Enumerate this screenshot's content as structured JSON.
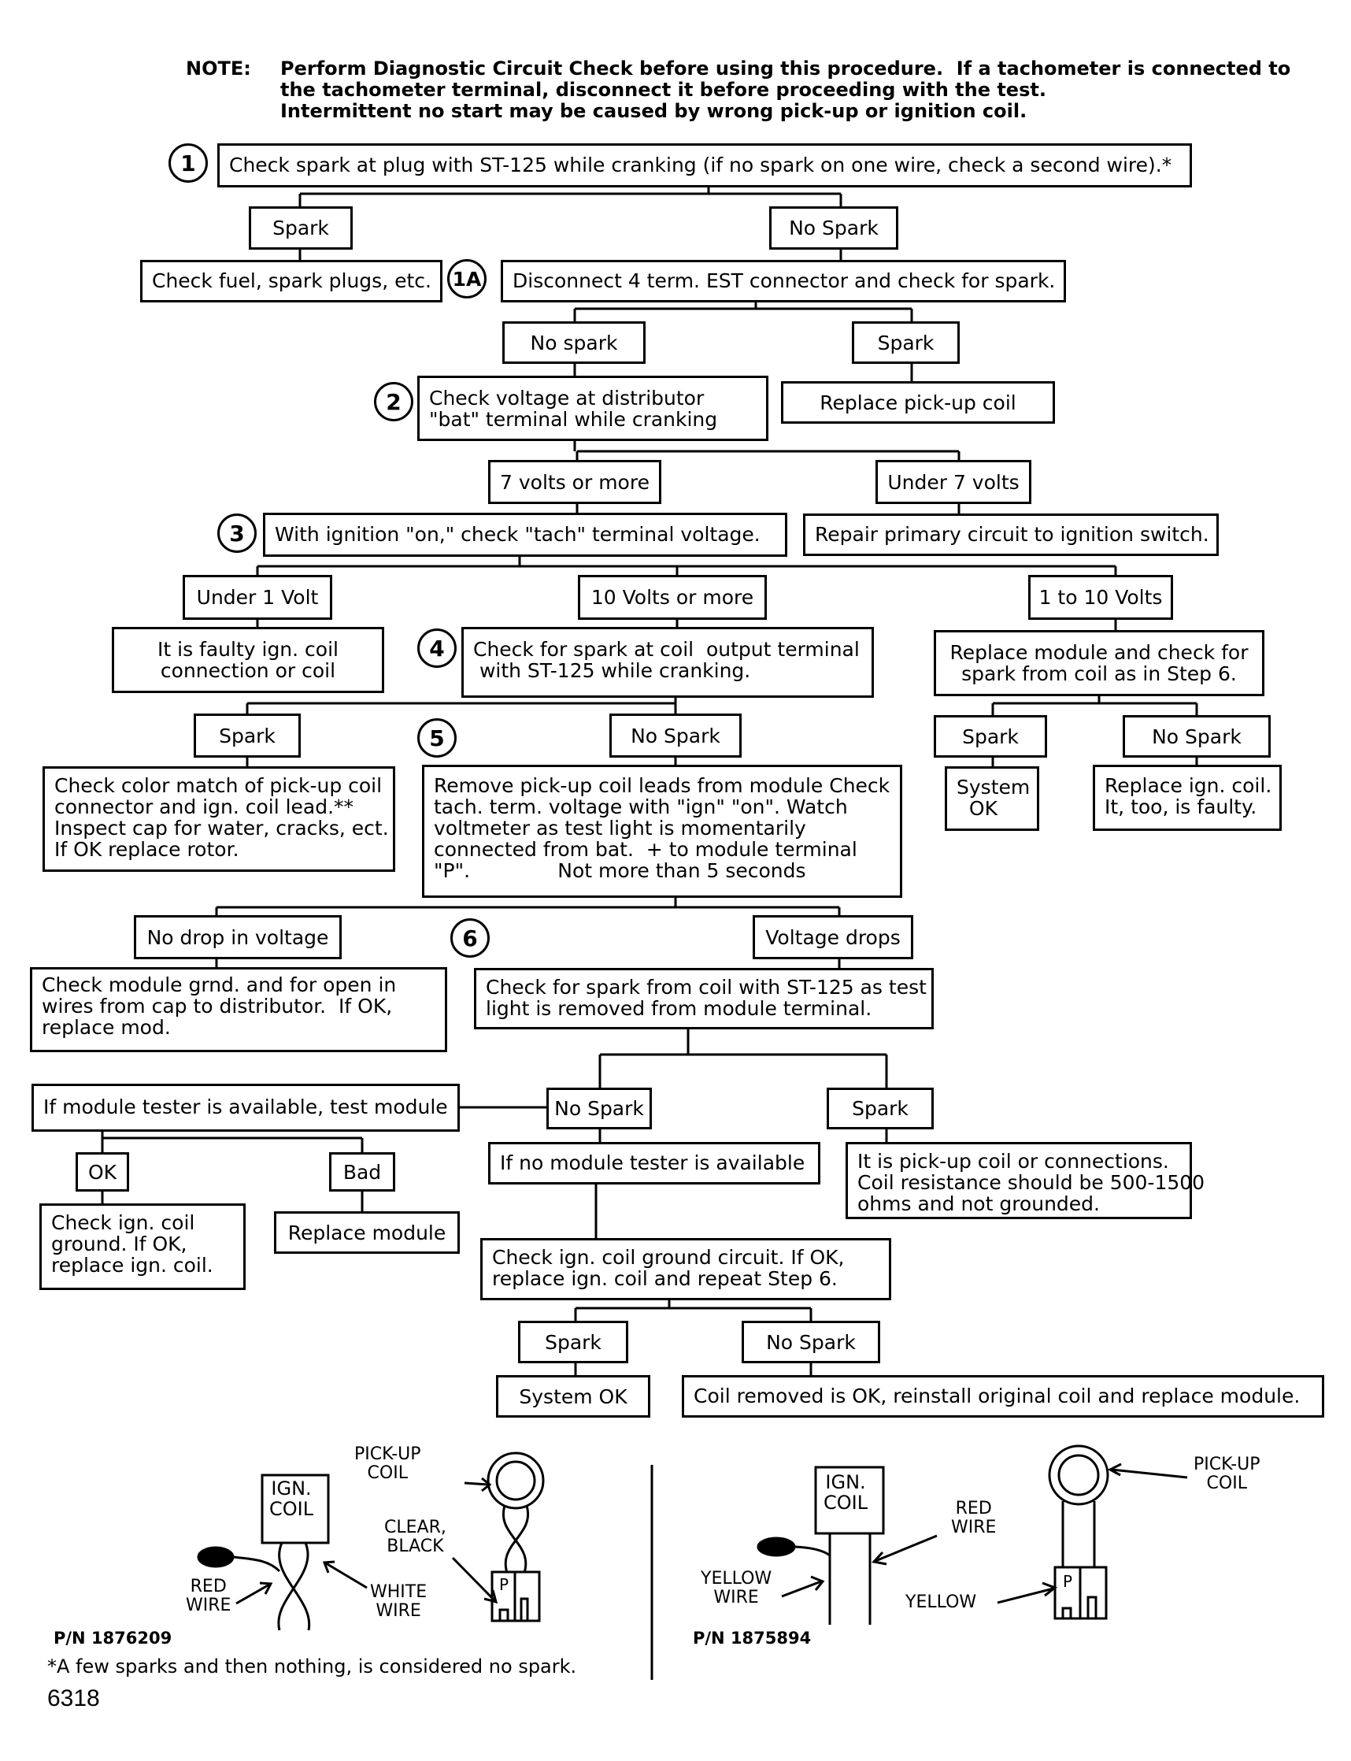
{
  "note": {
    "label": "NOTE:",
    "text": "Perform Diagnostic Circuit Check before using this procedure.  If a tachometer is connected to\nthe tachometer terminal, disconnect it before proceeding with the test.\nIntermittent no start may be caused by wrong pick-up or ignition coil."
  },
  "steps": {
    "s1": "1",
    "s1a": "1A",
    "s2": "2",
    "s3": "3",
    "s4": "4",
    "s5": "5",
    "s6": "6"
  },
  "boxes": {
    "step1": "Check spark at plug with ST-125 while cranking (if no spark on one wire, check a second wire).*",
    "spark1": "Spark",
    "nospark1": "No Spark",
    "check_fuel": "Check fuel, spark plugs, etc.",
    "step1a": "Disconnect 4 term. EST connector and check for spark.",
    "nospark1a": "No spark",
    "spark1a": "Spark",
    "step2": "Check voltage at distributor\n\"bat\" terminal while cranking",
    "replace_pickup": "Replace pick-up coil",
    "seven_or_more": "7 volts or more",
    "under_seven": "Under 7 volts",
    "step3": "With ignition \"on,\" check \"tach\" terminal voltage.",
    "repair_primary": "Repair primary circuit to ignition switch.",
    "under_one": "Under 1 Volt",
    "ten_or_more": "10 Volts or more",
    "one_to_ten": "1 to 10 Volts",
    "faulty_coil": "It is faulty ign. coil\nconnection or coil",
    "step4": "Check for spark at coil  output terminal\n with ST-125 while cranking.",
    "replace_module_check": "Replace module and check for\nspark from coil as in Step 6.",
    "spark4": "Spark",
    "nospark4": "No Spark",
    "spark_r": "Spark",
    "nospark_r": "No Spark",
    "check_color": "Check color match of pick-up coil\nconnector and ign. coil lead.**\nInspect cap for water, cracks, ect.\nIf OK replace rotor.",
    "step5": "Remove pick-up coil leads from module Check\ntach. term. voltage with \"ign\" \"on\". Watch\nvoltmeter as test light is momentarily\nconnected from bat.  + to module terminal\n\"P\".              Not more than 5 seconds",
    "system_ok_r": "System\n  OK",
    "replace_ign_coil": "Replace ign. coil.\nIt, too, is faulty.",
    "no_drop": "No drop in voltage",
    "voltage_drops": "Voltage drops",
    "check_module_grnd": "Check module grnd. and for open in\nwires from cap to distributor.  If OK,\nreplace mod.",
    "step6": "Check for spark from coil with ST-125 as test\nlight is removed from module terminal.",
    "module_tester": "If module tester is available, test module",
    "nospark6": "No Spark",
    "spark6": "Spark",
    "ok": "OK",
    "bad": "Bad",
    "no_tester": "If no module tester is available",
    "pickup_conn": "It is pick-up coil or connections.\nCoil resistance should be 500-1500\nohms and not grounded.",
    "check_ign_ground": "Check ign. coil\nground. If OK,\nreplace ign. coil.",
    "replace_module": "Replace module",
    "check_ground_circuit": "Check ign. coil ground circuit. If OK,\nreplace ign. coil and repeat Step 6.",
    "spark_final": "Spark",
    "nospark_final": "No Spark",
    "system_ok_final": "System OK",
    "coil_removed": "Coil removed is OK, reinstall original coil and replace module."
  },
  "diagram_left": {
    "ign_coil": "IGN.\nCOIL",
    "pickup_coil": "PICK-UP\nCOIL",
    "clear_black": "CLEAR,\nBLACK",
    "red_wire": "RED\nWIRE",
    "white_wire": "WHITE\nWIRE",
    "terminal_p": "P",
    "part_number": "P/N 1876209"
  },
  "diagram_right": {
    "ign_coil": "IGN.\nCOIL",
    "pickup_coil": "PICK-UP\nCOIL",
    "red_wire": "RED\nWIRE",
    "yellow_wire": "YELLOW\nWIRE",
    "yellow": "YELLOW",
    "terminal_p": "P",
    "part_number": "P/N 1875894"
  },
  "footnote": "*A few sparks and then nothing, is considered no spark.",
  "figure_number": "6318"
}
